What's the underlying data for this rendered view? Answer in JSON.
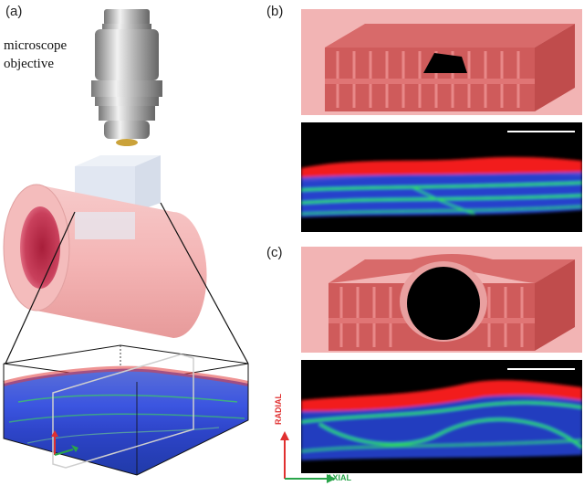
{
  "figure": {
    "panel_a": "(a)",
    "panel_b": "(b)",
    "panel_c": "(c)",
    "objective_label_line1": "microscope",
    "objective_label_line2": "objective",
    "axis_radial": "RADIAL",
    "axis_axial": "AXIAL"
  },
  "colors": {
    "tube_pink": "#f2b7b7",
    "model_red": "#d9534f",
    "stain_red": "#ff2a2a",
    "stain_green": "#29c44a",
    "stain_blue": "#2f52ff",
    "radial_arrow": "#e03030",
    "axial_arrow": "#2aa54a"
  }
}
